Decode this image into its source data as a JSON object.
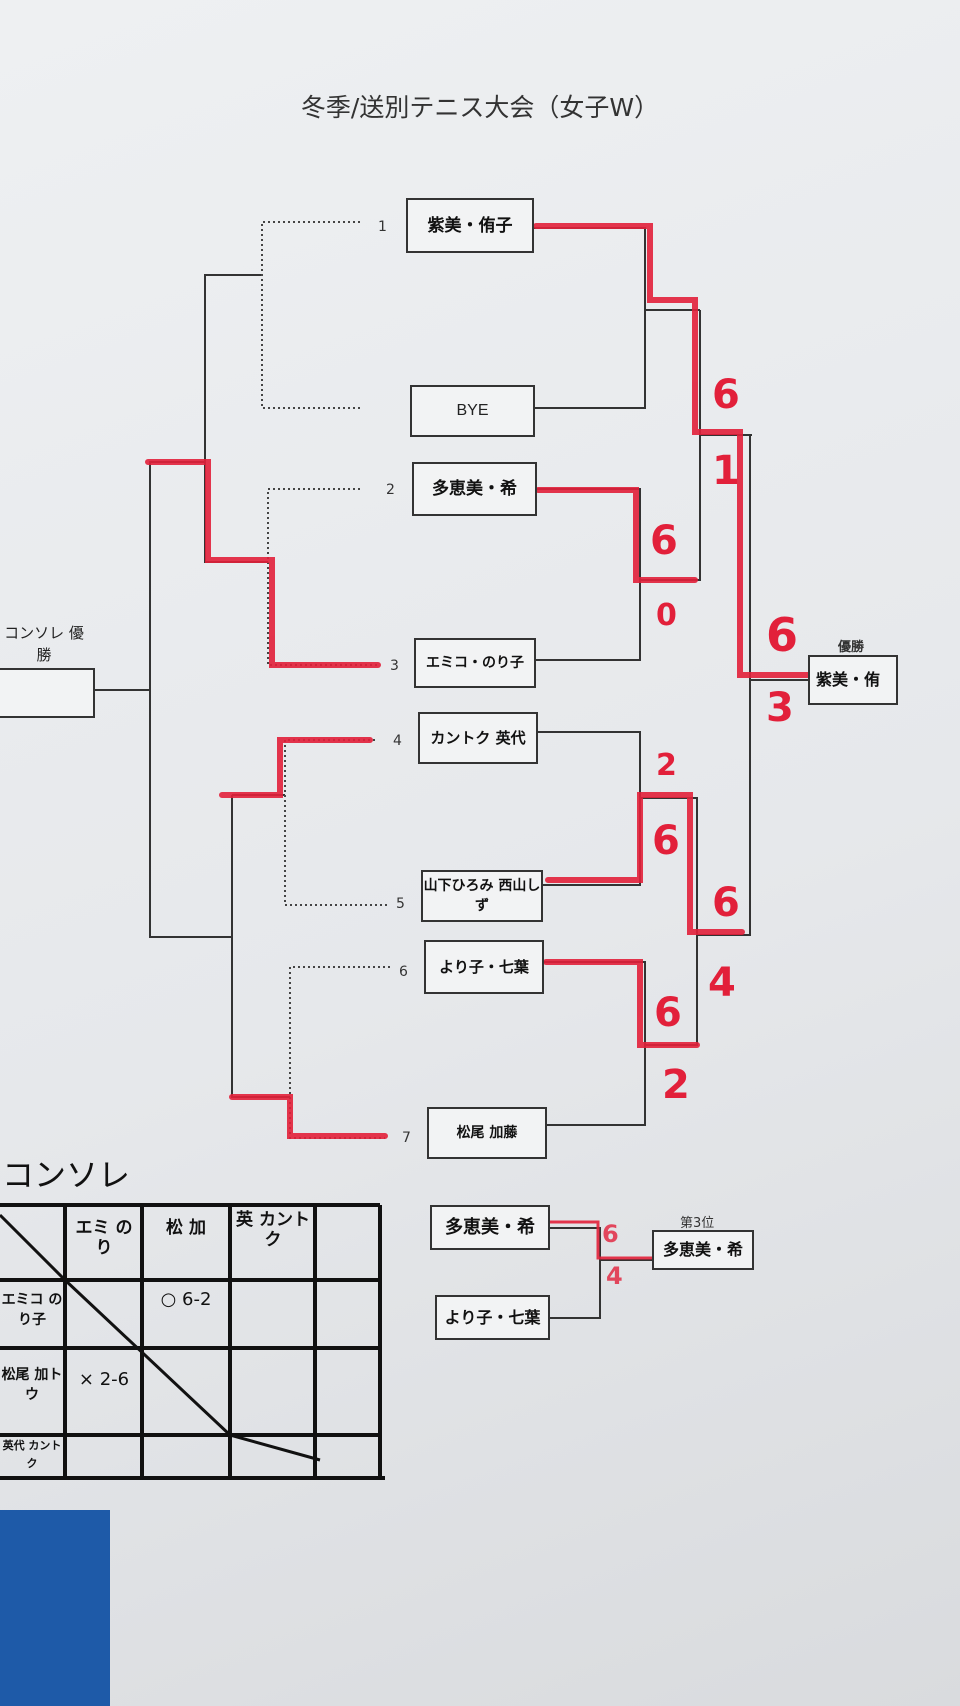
{
  "title": "冬季/送別テニス大会（女子W）",
  "main_draw": {
    "entries": [
      {
        "seed": "1",
        "name": "紫美・侑子"
      },
      {
        "seed": "",
        "name": "BYE"
      },
      {
        "seed": "2",
        "name": "多恵美・希"
      },
      {
        "seed": "3",
        "name": "エミコ・のり子"
      },
      {
        "seed": "4",
        "name": "カントク 英代"
      },
      {
        "seed": "5",
        "name": "山下ひろみ 西山しず"
      },
      {
        "seed": "6",
        "name": "より子・七葉"
      },
      {
        "seed": "7",
        "name": "松尾 加藤"
      }
    ],
    "scores": [
      "6",
      "1",
      "6",
      "0",
      "6",
      "3",
      "2",
      "6",
      "6",
      "4",
      "6",
      "2"
    ],
    "champion_label": "優勝",
    "champion": "紫美・侑"
  },
  "consolation_winner": {
    "label": "コンソレ 優勝",
    "name": ""
  },
  "third_place": {
    "label": "第3位",
    "players": [
      "多恵美・希",
      "より子・七葉"
    ],
    "scores": [
      "6",
      "4"
    ],
    "winner": "多恵美・希"
  },
  "consolation_table": {
    "title": "コンソレ",
    "columns": [
      "エミ のり",
      "松 加",
      "英 カントク",
      ""
    ],
    "rows": [
      {
        "name": "エミコ のり子",
        "cells": [
          "",
          "○ 6-2",
          "",
          ""
        ]
      },
      {
        "name": "松尾 加トウ",
        "cells": [
          "× 2-6",
          "",
          "",
          ""
        ]
      },
      {
        "name": "英代 カントク",
        "cells": [
          "",
          "",
          "",
          ""
        ]
      }
    ]
  },
  "colors": {
    "ink": "#222222",
    "red_marker": "#e2203a",
    "paper": "#eceef0"
  }
}
